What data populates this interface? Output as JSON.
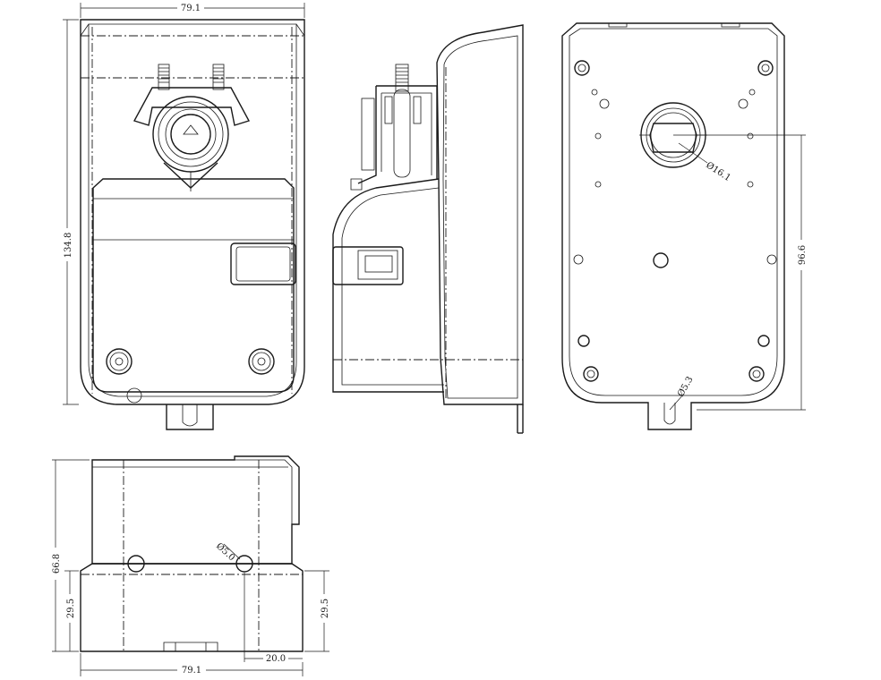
{
  "drawing": {
    "front_view": {
      "width_top": "79.1",
      "height_left": "134.8"
    },
    "back_view": {
      "shaft_dia": "Ø16.1",
      "slot_dia": "Ø5.3",
      "height_right": "96.6"
    },
    "bottom_view": {
      "height_total": "66.8",
      "height_base_left": "29.5",
      "height_base_right": "29.5",
      "hole_dia": "Ø5.0",
      "offset": "20.0",
      "width_bottom": "79.1"
    }
  }
}
